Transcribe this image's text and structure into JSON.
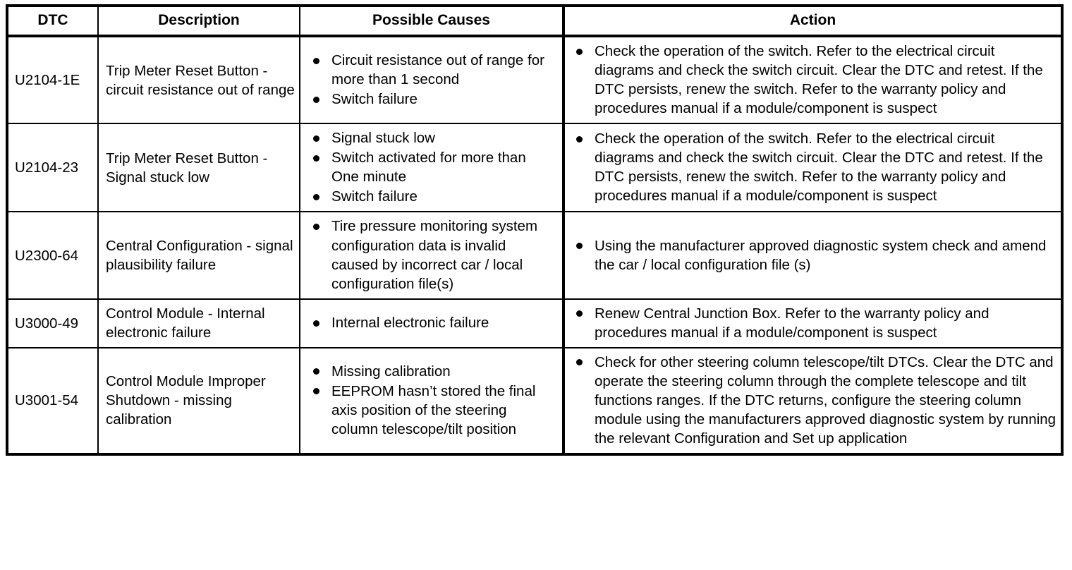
{
  "table": {
    "columns": [
      {
        "key": "dtc",
        "label": "DTC"
      },
      {
        "key": "description",
        "label": "Description"
      },
      {
        "key": "causes",
        "label": "Possible Causes"
      },
      {
        "key": "action",
        "label": "Action"
      }
    ],
    "rows": [
      {
        "dtc": "U2104-1E",
        "description": "Trip Meter Reset Button - circuit resistance out of range",
        "causes": [
          "Circuit resistance out of range for more than 1 second",
          "Switch failure"
        ],
        "actions": [
          "Check the operation of the switch. Refer to the electrical circuit diagrams and check the switch circuit. Clear the DTC and retest. If the DTC persists, renew the switch. Refer to the warranty policy and procedures manual if a module/component is suspect"
        ]
      },
      {
        "dtc": "U2104-23",
        "description": "Trip Meter Reset Button - Signal stuck low",
        "causes": [
          "Signal stuck low",
          "Switch activated for more than One minute",
          "Switch failure"
        ],
        "actions": [
          "Check the operation of the switch. Refer to the electrical circuit diagrams and check the switch circuit. Clear the DTC and retest. If the DTC persists, renew the switch. Refer to the warranty policy and procedures manual if a module/component is suspect"
        ]
      },
      {
        "dtc": "U2300-64",
        "description": "Central Configuration - signal plausibility failure",
        "causes": [
          "Tire pressure monitoring system configuration data is invalid caused by incorrect car / local configuration file(s)"
        ],
        "actions": [
          "Using the manufacturer approved diagnostic system check and amend the car / local configuration file (s)"
        ]
      },
      {
        "dtc": "U3000-49",
        "description": "Control Module - Internal electronic failure",
        "causes": [
          "Internal electronic failure"
        ],
        "actions": [
          "Renew Central Junction Box. Refer to the warranty policy and procedures manual if a module/component is suspect"
        ]
      },
      {
        "dtc": "U3001-54",
        "description": "Control Module Improper Shutdown - missing calibration",
        "causes": [
          "Missing calibration",
          "EEPROM hasn’t stored the final axis position of the steering column telescope/tilt position"
        ],
        "actions": [
          "Check for other steering column telescope/tilt DTCs. Clear the DTC and operate the steering column through the complete telescope and tilt functions ranges. If the DTC returns, configure the steering column module using the manufacturers approved diagnostic system by running the relevant Configuration and Set up application"
        ]
      }
    ]
  },
  "colors": {
    "border": "#000000",
    "text": "#000000",
    "background": "#ffffff"
  }
}
